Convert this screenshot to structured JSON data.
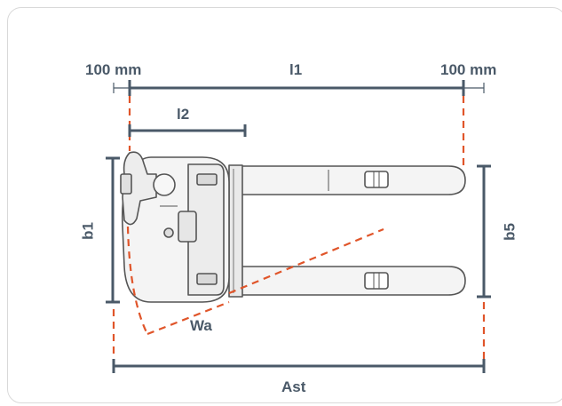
{
  "labels": {
    "left_offset": "100 mm",
    "l1": "l1",
    "right_offset": "100 mm",
    "l2": "l2",
    "b1": "b1",
    "b5": "b5",
    "wa": "Wa",
    "ast": "Ast"
  },
  "colors": {
    "dimension_line": "#4a5968",
    "guide_dash": "#e0552a",
    "truck_outline": "#555555",
    "truck_fill": "#f4f4f4",
    "card_border": "#d9d9d9"
  }
}
